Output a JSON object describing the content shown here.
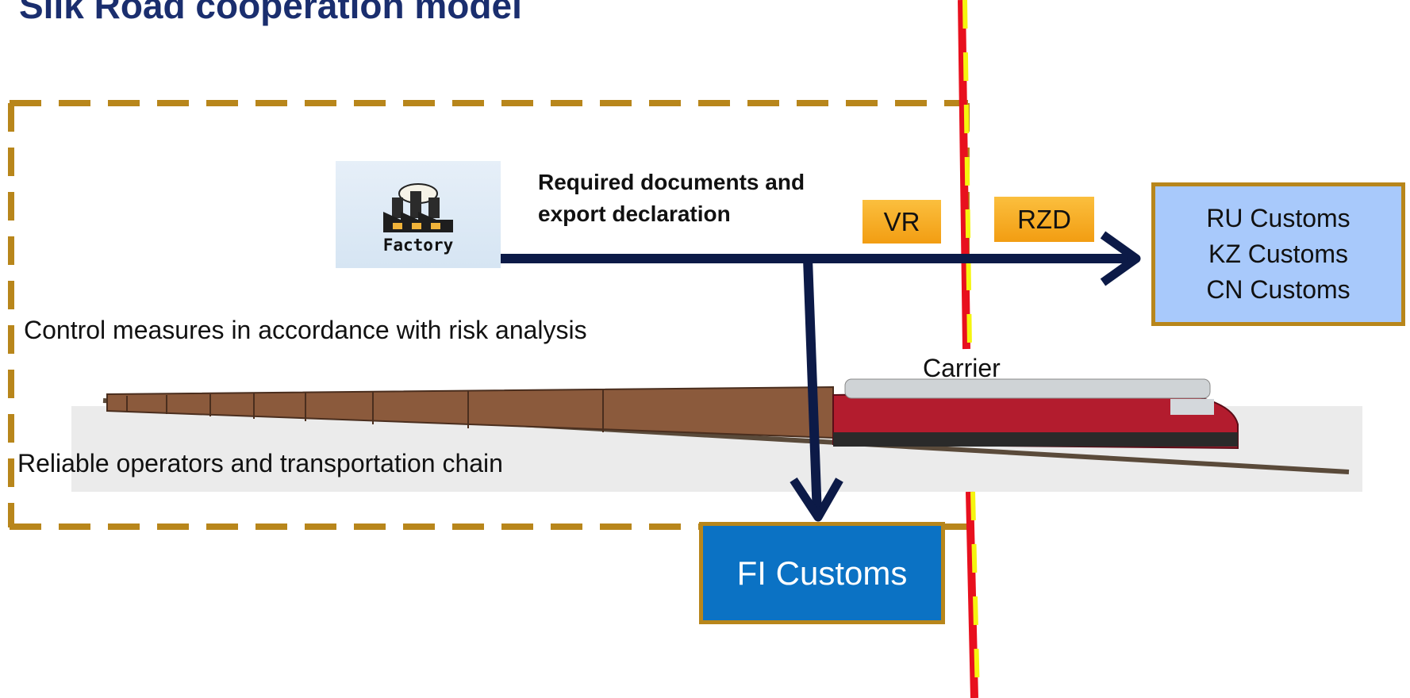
{
  "title": "Silk Road cooperation model",
  "factory": {
    "label": "Factory"
  },
  "documents_label": {
    "line1": "Required documents and",
    "line2": "export declaration"
  },
  "operators": {
    "vr": "VR",
    "rzd": "RZD"
  },
  "foreign_customs": [
    "RU Customs",
    "KZ Customs",
    "CN Customs"
  ],
  "fi_customs": "FI Customs",
  "control_measures": "Control measures in accordance with risk analysis",
  "reliable_chain": "Reliable operators and transportation chain",
  "carrier": "Carrier",
  "colors": {
    "title": "#1a2e6e",
    "arrow": "#0c1a47",
    "dashed_frame": "#b8861b",
    "border_red": "#e8101e",
    "border_yellow": "#f5f50f",
    "ru_box": "#a8c9fb",
    "fi_box": "#0b72c4",
    "operator_tag": "#f5a623"
  }
}
